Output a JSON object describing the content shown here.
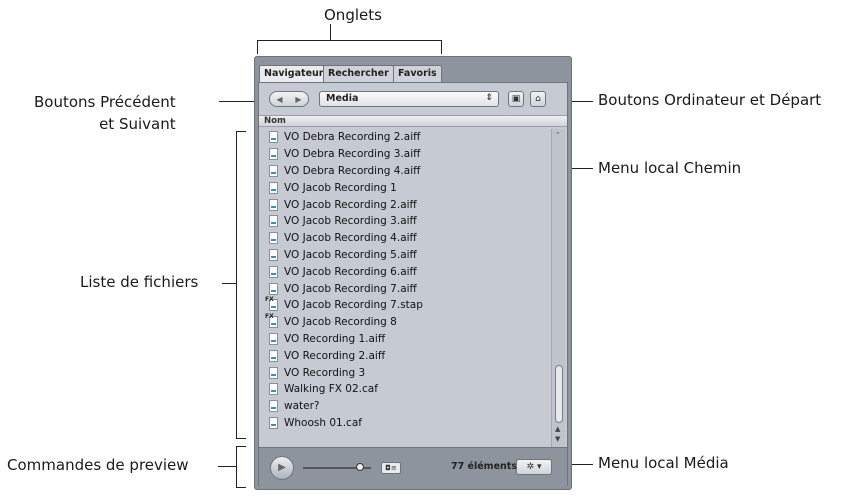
{
  "callouts": {
    "onglets": "Onglets",
    "prev_next_line1": "Boutons Précédent",
    "prev_next_line2": "et Suivant",
    "computer_home": "Boutons Ordinateur et Départ",
    "path_menu": "Menu local Chemin",
    "file_list": "Liste de fichiers",
    "preview_controls": "Commandes de preview",
    "media_menu": "Menu local Média"
  },
  "tabs": [
    "Navigateur",
    "Rechercher",
    "Favoris"
  ],
  "path_menu_value": "Media",
  "list_header": "Nom",
  "files": [
    {
      "name": "VO Debra Recording 2.aiff",
      "fx": false
    },
    {
      "name": "VO Debra Recording 3.aiff",
      "fx": false
    },
    {
      "name": "VO Debra Recording 4.aiff",
      "fx": false
    },
    {
      "name": "VO Jacob Recording 1",
      "fx": false
    },
    {
      "name": "VO Jacob Recording 2.aiff",
      "fx": false
    },
    {
      "name": "VO Jacob Recording 3.aiff",
      "fx": false
    },
    {
      "name": "VO Jacob Recording 4.aiff",
      "fx": false
    },
    {
      "name": "VO Jacob Recording 5.aiff",
      "fx": false
    },
    {
      "name": "VO Jacob Recording 6.aiff",
      "fx": false
    },
    {
      "name": "VO Jacob Recording 7.aiff",
      "fx": false
    },
    {
      "name": "VO Jacob Recording 7.stap",
      "fx": true
    },
    {
      "name": "VO Jacob Recording 8",
      "fx": true
    },
    {
      "name": "VO Recording 1.aiff",
      "fx": false
    },
    {
      "name": "VO Recording 2.aiff",
      "fx": false
    },
    {
      "name": "VO Recording 3",
      "fx": false
    },
    {
      "name": "Walking FX 02.caf",
      "fx": false
    },
    {
      "name": "water?",
      "fx": false
    },
    {
      "name": "Whoosh 01.caf",
      "fx": false
    }
  ],
  "item_count": "77 éléments"
}
